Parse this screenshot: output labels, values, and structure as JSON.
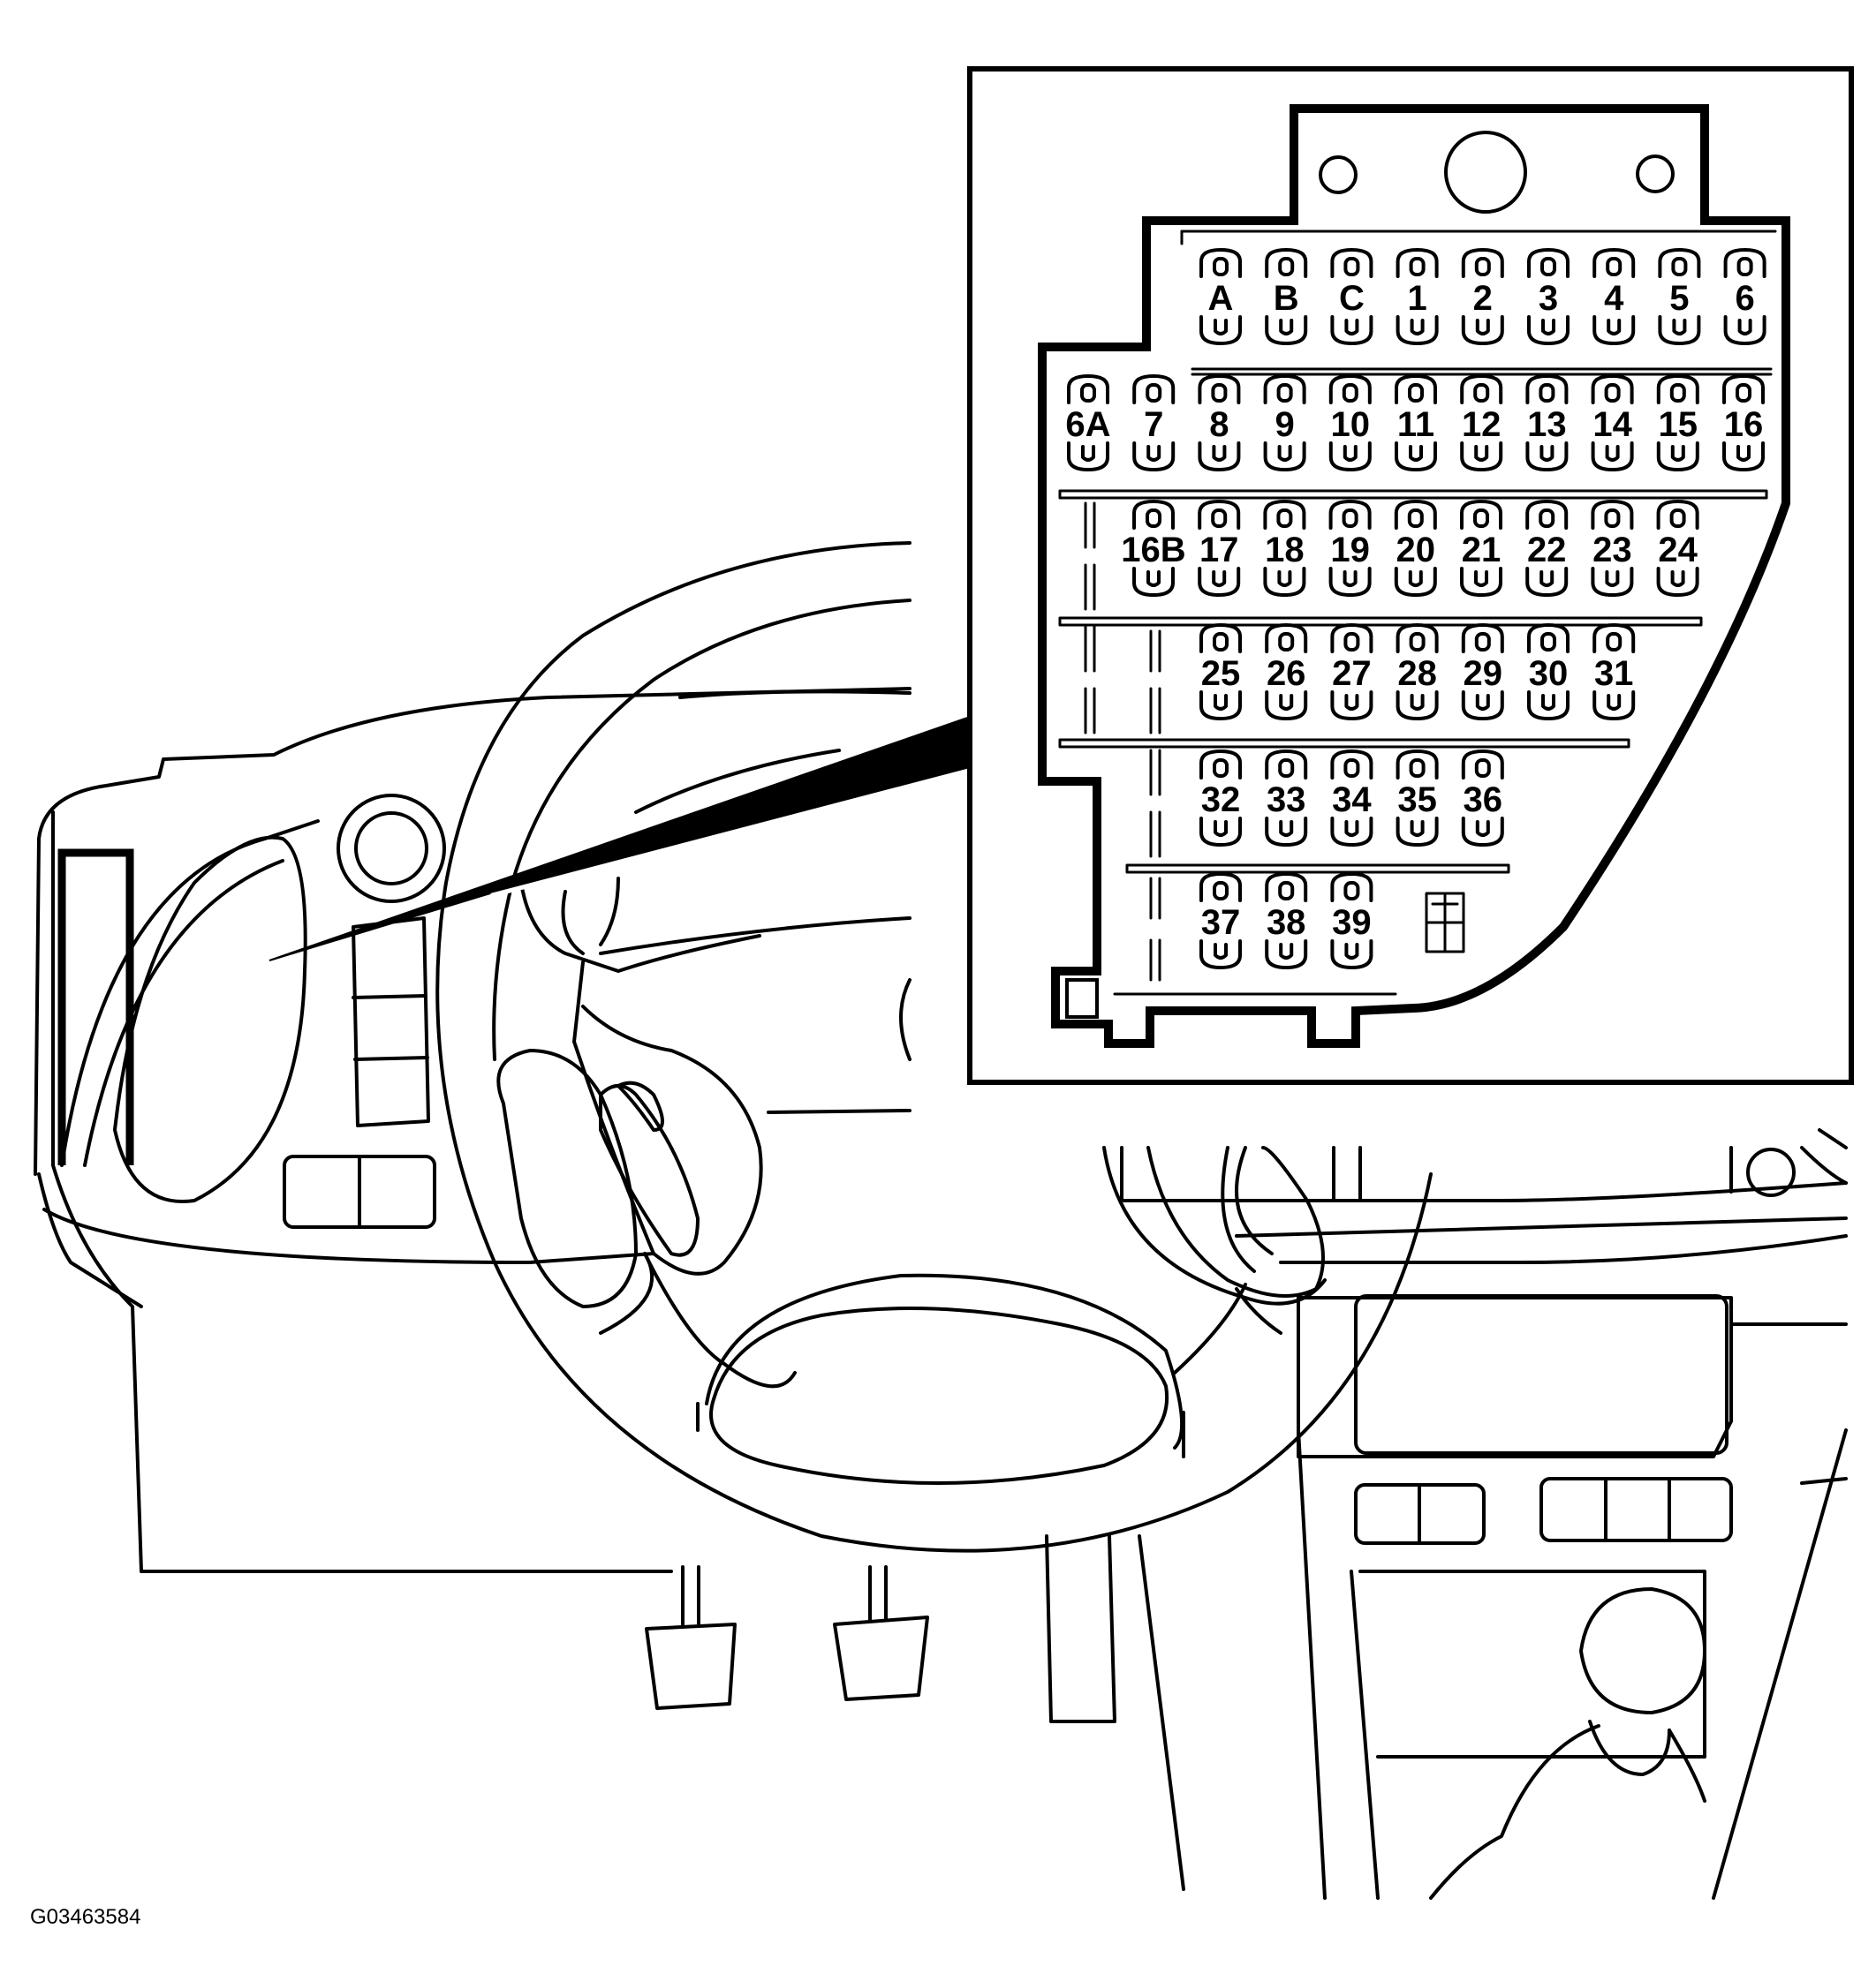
{
  "figure_id": "G03463584",
  "fuse_box": {
    "rows": [
      [
        "A",
        "B",
        "C",
        "1",
        "2",
        "3",
        "4",
        "5",
        "6"
      ],
      [
        "6A",
        "7",
        "8",
        "9",
        "10",
        "11",
        "12",
        "13",
        "14",
        "15",
        "16"
      ],
      [
        "16B",
        "17",
        "18",
        "19",
        "20",
        "21",
        "22",
        "23",
        "24"
      ],
      [
        "25",
        "26",
        "27",
        "28",
        "29",
        "30",
        "31"
      ],
      [
        "32",
        "33",
        "34",
        "35",
        "36"
      ],
      [
        "37",
        "38",
        "39"
      ]
    ]
  },
  "colors": {
    "line": "#000000",
    "background": "#ffffff"
  }
}
